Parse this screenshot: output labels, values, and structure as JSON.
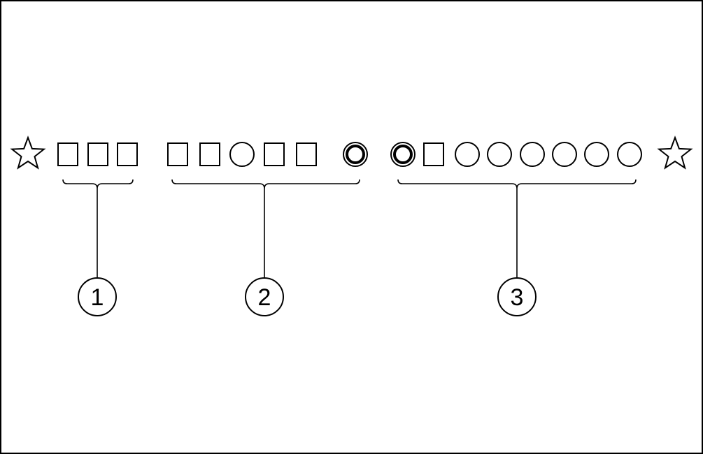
{
  "groups": [
    {
      "label": "1"
    },
    {
      "label": "2"
    },
    {
      "label": "3"
    }
  ],
  "sequence": [
    "star",
    "square",
    "square",
    "square",
    "square",
    "square",
    "circle",
    "square",
    "square",
    "double-circle",
    "double-circle",
    "square",
    "circle",
    "circle",
    "circle",
    "circle",
    "circle",
    "circle",
    "star"
  ],
  "colors": {
    "stroke": "#000000",
    "background": "#ffffff"
  }
}
